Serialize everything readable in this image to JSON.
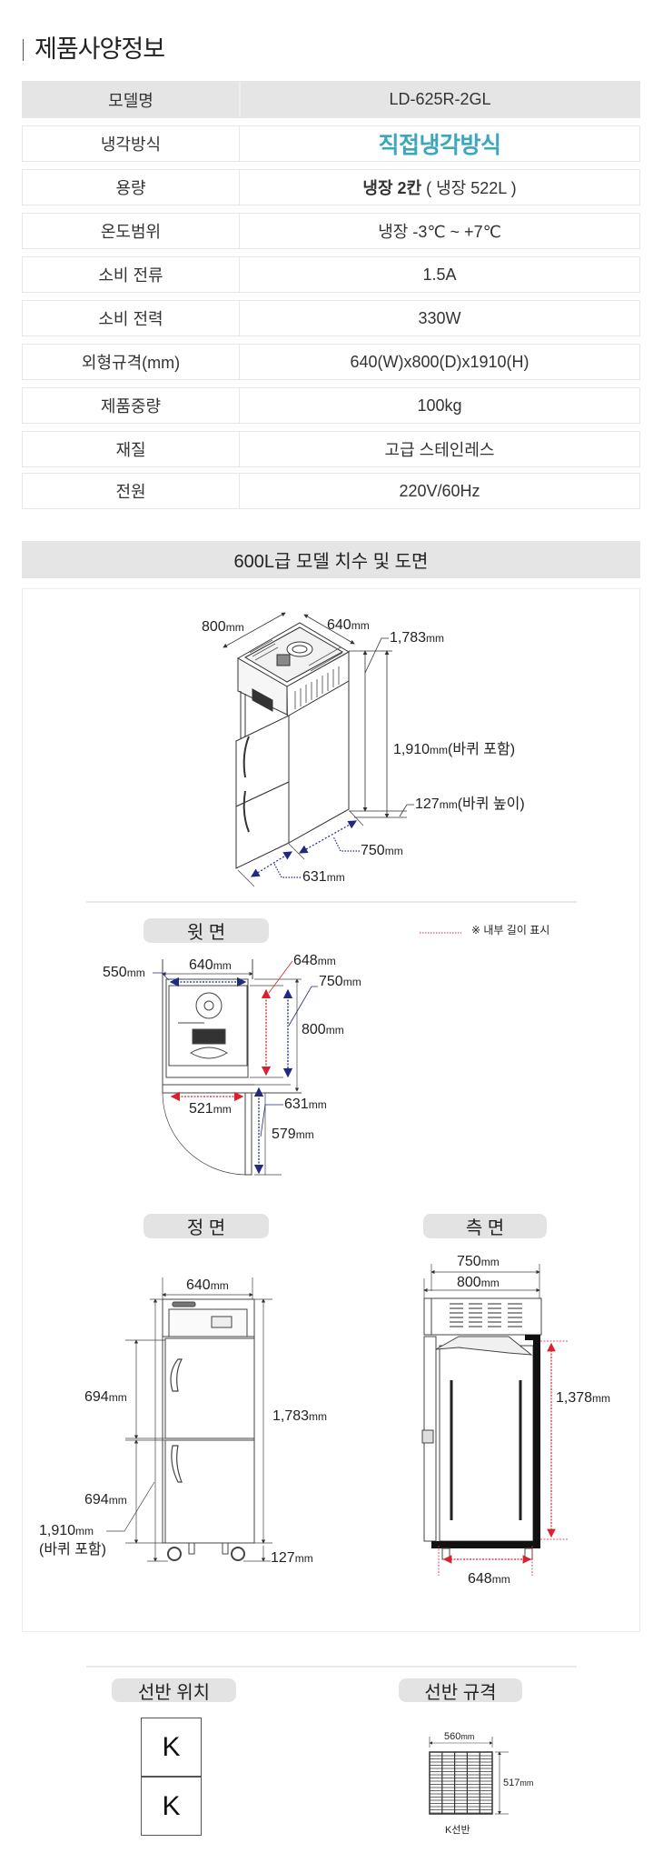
{
  "title": "제품사양정보",
  "specs": {
    "header": {
      "label": "모델명",
      "value": "LD-625R-2GL"
    },
    "rows": [
      {
        "label": "냉각방식",
        "value": "직접냉각방식"
      },
      {
        "label": "용량",
        "value_bold": "냉장 2칸",
        "value": " ( 냉장 522L )"
      },
      {
        "label": "온도범위",
        "value": "냉장 -3℃ ~ +7℃"
      },
      {
        "label": "소비 전류",
        "value": "1.5A"
      },
      {
        "label": "소비 전력",
        "value": "330W"
      },
      {
        "label": "외형규격(mm)",
        "value": "640(W)x800(D)x1910(H)"
      },
      {
        "label": "제품중량",
        "value": "100kg"
      },
      {
        "label": "재질",
        "value": "고급 스테인레스"
      },
      {
        "label": "전원",
        "value": "220V/60Hz"
      }
    ]
  },
  "colors": {
    "highlight": "#3ba7bd",
    "blue_arrow": "#1f2a80",
    "red_arrow": "#d8232e"
  },
  "section_title": "600L급 모델 치수 및 도면",
  "unit": "mm",
  "iso_view": {
    "depth": "800",
    "width": "640",
    "height_body": "1,783",
    "height_total": "1,910",
    "height_total_note": "(바퀴 포함)",
    "wheel": "127",
    "wheel_note": "(바퀴 높이)",
    "swing_750": "750",
    "swing_631": "631"
  },
  "top_view": {
    "label": "윗 면",
    "legend": "※ 내부 길이 표시",
    "width": "640",
    "inner_width": "550",
    "inner_depth": "648",
    "depth_750": "750",
    "depth_800": "800",
    "door_inner": "521",
    "door_631": "631",
    "door_579": "579"
  },
  "front_view": {
    "label": "정 면",
    "width": "640",
    "door_upper": "694",
    "door_lower": "694",
    "height_total": "1,910",
    "height_total_note": "(바퀴 포함)",
    "height_body": "1,783",
    "wheel": "127"
  },
  "side_view": {
    "label": "측 면",
    "depth_750": "750",
    "depth_800": "800",
    "inner_height": "1,378",
    "inner_depth": "648"
  },
  "shelf_position": {
    "label": "선반 위치",
    "slots": [
      "K",
      "K"
    ]
  },
  "shelf_spec": {
    "label": "선반 규격",
    "width": "560",
    "depth": "517",
    "name": "K선반"
  }
}
